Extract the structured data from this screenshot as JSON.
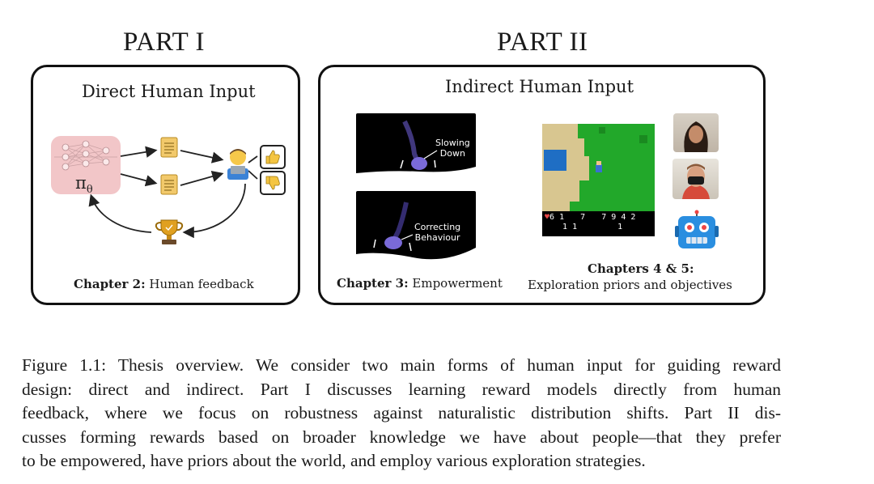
{
  "parts": {
    "part1": {
      "title": "PART I",
      "panel_title": "Direct Human Input",
      "chapter_bold": "Chapter 2:",
      "chapter_text": " Human feedback",
      "policy_symbol": "π",
      "policy_subscript": "θ"
    },
    "part2": {
      "title": "PART II",
      "panel_title": "Indirect Human Input",
      "empowerment": {
        "top_label_1": "Slowing",
        "top_label_2": "Down",
        "bottom_label_1": "Correcting",
        "bottom_label_2": "Behaviour",
        "chapter_bold": "Chapter 3:",
        "chapter_text": " Empowerment"
      },
      "exploration": {
        "chapter_bold": "Chapters 4 & 5:",
        "chapter_text": "Exploration priors and objectives",
        "inventory": [
          "6",
          "1",
          "7",
          "7",
          "9",
          "4",
          "2",
          "1",
          "1",
          "1"
        ]
      }
    }
  },
  "caption": {
    "lines": [
      "Figure 1.1: Thesis overview. We consider two main forms of human input for guiding reward",
      "design: direct and indirect. Part I discusses learning reward models directly from human",
      "feedback, where we focus on robustness against naturalistic distribution shifts. Part II dis-",
      "cusses forming rewards based on broader knowledge we have about people—that they prefer",
      "to be empowered, have priors about the world, and employ various exploration strategies."
    ]
  },
  "colors": {
    "policy_bg": "#f2c6c8",
    "scroll": "#f2c96b",
    "trophy": "#e0a020",
    "grass": "#22a82a",
    "sand": "#d8c690",
    "water": "#1f6ec4",
    "robot": "#2a8ee0"
  }
}
